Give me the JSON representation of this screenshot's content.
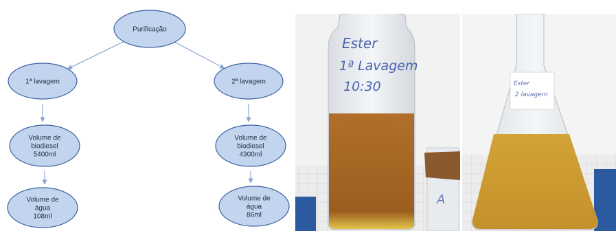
{
  "diagram": {
    "nodes": [
      {
        "id": "root",
        "lines": [
          "Purificação"
        ]
      },
      {
        "id": "left1",
        "lines": [
          "1ª lavagem"
        ]
      },
      {
        "id": "right1",
        "lines": [
          "2ª lavagem"
        ]
      },
      {
        "id": "left2",
        "lines": [
          "Volume de",
          "biodiesel",
          "5400ml"
        ]
      },
      {
        "id": "right2",
        "lines": [
          "Volume de",
          "biodiesel",
          "4300ml"
        ]
      },
      {
        "id": "left3",
        "lines": [
          "Volume de",
          "água",
          "108ml"
        ]
      },
      {
        "id": "right3",
        "lines": [
          "Volume de",
          "água",
          "86ml"
        ]
      }
    ],
    "edges": [
      {
        "from": "root",
        "to": "left1"
      },
      {
        "from": "root",
        "to": "right1"
      },
      {
        "from": "left1",
        "to": "left2"
      },
      {
        "from": "left2",
        "to": "left3"
      },
      {
        "from": "right1",
        "to": "right2"
      },
      {
        "from": "right2",
        "to": "right3"
      }
    ],
    "colors": {
      "node_fill": "#c3d5ee",
      "node_stroke": "#3a5fa0",
      "edge": "#8aa6cf"
    }
  },
  "photos": {
    "bottle_label": [
      "Ester",
      "1ª Lavagem",
      "10:30"
    ],
    "flask_label": [
      "Ester",
      "2 lavagem"
    ],
    "jar_label": "A"
  }
}
